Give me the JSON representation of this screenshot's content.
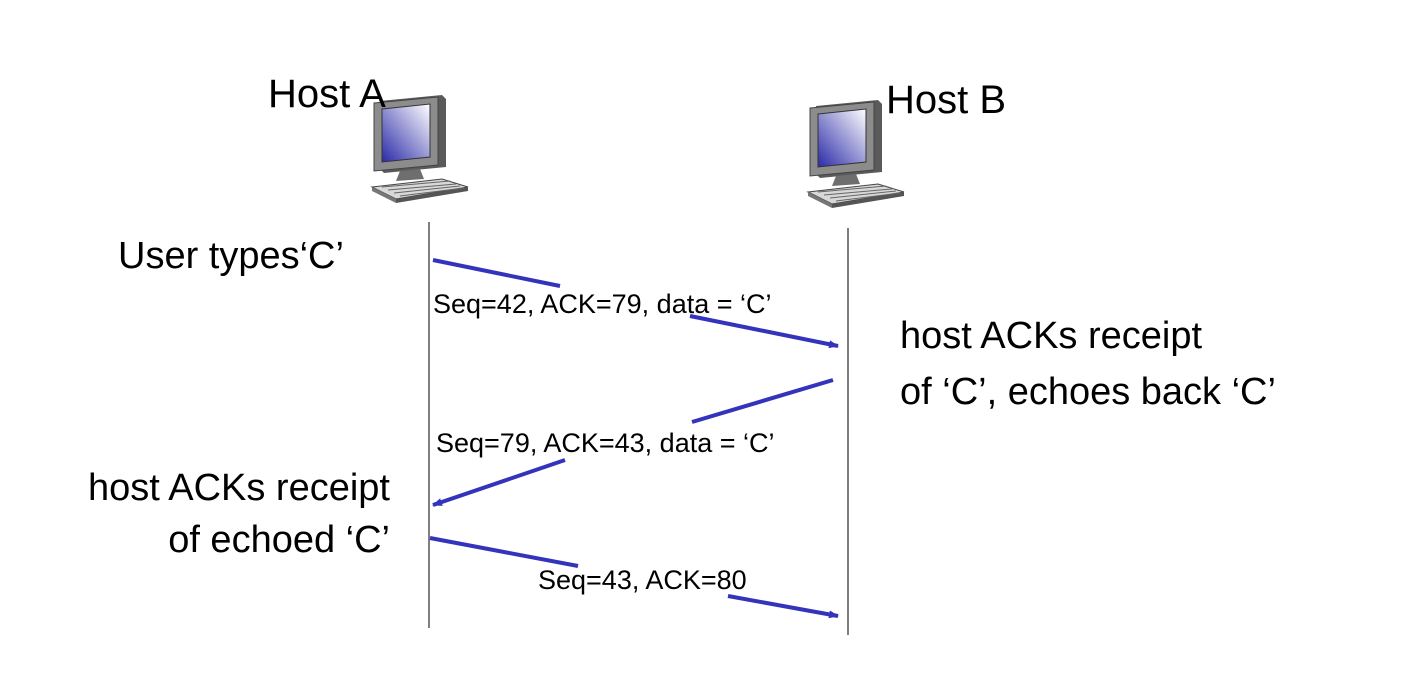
{
  "hosts": {
    "a": {
      "label": "Host A",
      "icon": "desktop-computer-icon"
    },
    "b": {
      "label": "Host B",
      "icon": "desktop-computer-icon"
    }
  },
  "events": {
    "user_types": "User types‘C’",
    "host_b_ack_line1": "host ACKs receipt",
    "host_b_ack_line2": "of ‘C’, echoes back ‘C’",
    "host_a_ack_line1": "host ACKs receipt",
    "host_a_ack_line2": "of echoed ‘C’"
  },
  "segments": [
    {
      "from": "Host A",
      "to": "Host B",
      "label": "Seq=42, ACK=79, data = ‘C’"
    },
    {
      "from": "Host B",
      "to": "Host A",
      "label": "Seq=79, ACK=43, data = ‘C’"
    },
    {
      "from": "Host A",
      "to": "Host B",
      "label": "Seq=43, ACK=80"
    }
  ],
  "colors": {
    "arrow": "#3333bb",
    "timeline": "#555555",
    "screen_gradient_light": "#ffffff",
    "screen_gradient_dark": "#2a2aa8"
  }
}
